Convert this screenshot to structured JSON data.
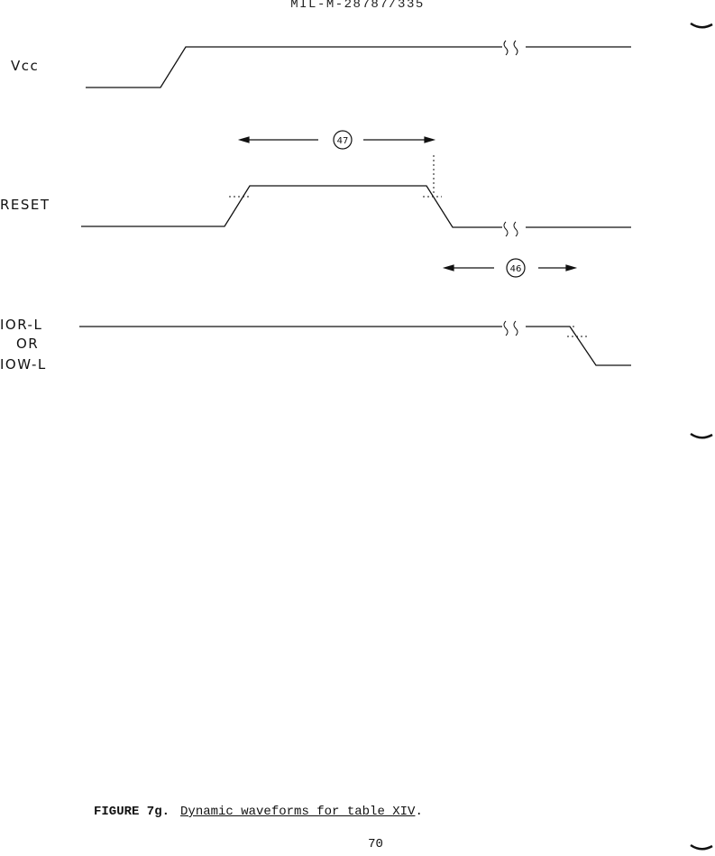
{
  "header": {
    "doc_id": "MIL-M-28787/335"
  },
  "signals": {
    "vcc": "Vcc",
    "reset": "RESET",
    "ior_line1": "IOR-L",
    "ior_line2": "OR",
    "ior_line3": "IOW-L"
  },
  "timing_params": {
    "t47": "47",
    "t46": "46"
  },
  "caption": {
    "prefix": "FIGURE 7g.",
    "title": "Dynamic waveforms for table XIV",
    "period": "."
  },
  "page_number": "70"
}
